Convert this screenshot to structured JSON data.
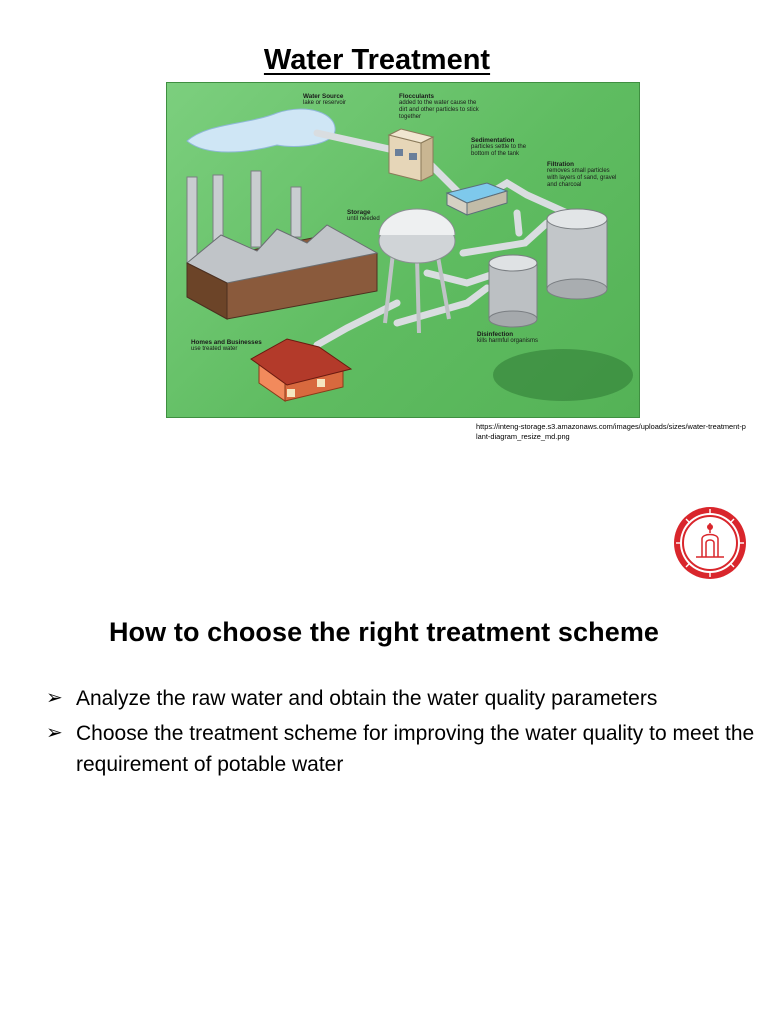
{
  "slide1": {
    "title": "Water Treatment",
    "figure": {
      "labels": {
        "water_source": {
          "name": "Water Source",
          "desc": "lake or reservoir"
        },
        "flocculants": {
          "name": "Flocculants",
          "desc": "added to the water cause the dirt and other particles to stick together"
        },
        "sedimentation": {
          "name": "Sedimentation",
          "desc": "particles settle to the bottom of the tank"
        },
        "filtration": {
          "name": "Filtration",
          "desc": "removes small particles with layers of sand, gravel and charcoal"
        },
        "storage": {
          "name": "Storage",
          "desc": "until needed"
        },
        "disinfection": {
          "name": "Disinfection",
          "desc": "kills harmful organisms"
        },
        "homes": {
          "name": "Homes and Businesses",
          "desc": "use treated water"
        }
      }
    },
    "source_url": "https://inteng-storage.s3.amazonaws.com/images/uploads/sizes/water-treatment-plant-diagram_resize_md.png"
  },
  "slide2": {
    "heading": "How to choose the right treatment scheme",
    "bullet_glyph": "➢",
    "bullets": [
      "Analyze the raw water and obtain the water quality parameters",
      "Choose the treatment scheme for improving the water quality to meet the requirement of potable water"
    ]
  },
  "colors": {
    "logo_red": "#d9262c",
    "figure_green": "#5fbc61"
  }
}
